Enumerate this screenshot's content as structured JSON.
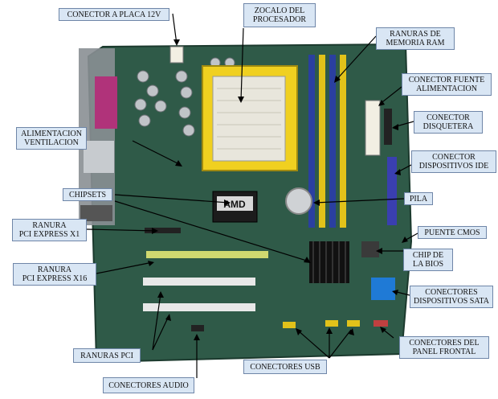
{
  "labels": {
    "conector_placa_12v": "CONECTOR A PLACA 12V",
    "zocalo_procesador": "ZOCALO DEL\nPROCESADOR",
    "ranuras_memoria": "RANURAS DE\nMEMORIA RAM",
    "conector_fuente": "CONECTOR FUENTE\nALIMENTACION",
    "conector_disquetera": "CONECTOR\nDISQUETERA",
    "conector_ide": "CONECTOR\nDISPOSITIVOS IDE",
    "alimentacion_ventilacion": "ALIMENTACION\nVENTILACION",
    "chipsets": "CHIPSETS",
    "pila": "PILA",
    "ranura_pcie_x1": "RANURA\nPCI EXPRESS X1",
    "puente_cmos": "PUENTE CMOS",
    "chip_bios": "CHIP DE\nLA BIOS",
    "ranura_pcie_x16": "RANURA\nPCI EXPRESS X16",
    "conectores_sata": "CONECTORES\nDISPOSITIVOS SATA",
    "ranuras_pci": "RANURAS PCI",
    "conectores_panel": "CONECTORES DEL\nPANEL FRONTAL",
    "conectores_usb": "CONECTORES USB",
    "conectores_audio": "CONECTORES AUDIO"
  },
  "board_text": {
    "amd_logo": "AMD"
  },
  "colors": {
    "pcb": "#2f5a48",
    "pcb_dark": "#24473a",
    "ram_blue": "#2a3fa0",
    "ram_yellow": "#e2c21a",
    "socket_yellow": "#f0d020",
    "sata_blue": "#1f7ad6",
    "ide_blue": "#3a3fb0",
    "pci_white": "#e8e8e8",
    "label_bg": "#d9e6f4",
    "label_border": "#6f86a8",
    "arrow": "#000000"
  }
}
